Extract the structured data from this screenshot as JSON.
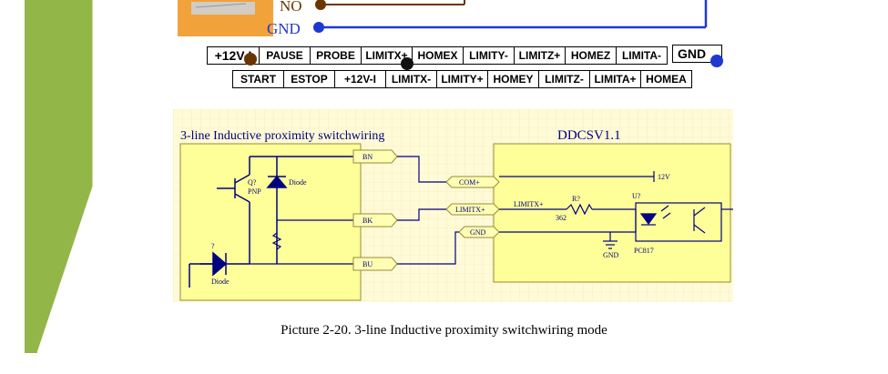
{
  "photo": {
    "wire_labels": [
      "NO",
      "GND"
    ],
    "colors": {
      "brown": "#6b3500",
      "blue": "#1f38d0",
      "relay": "#f2a23a"
    }
  },
  "terminals": {
    "row1": [
      "+12V-I",
      "PAUSE",
      "PROBE",
      "LIMITX+",
      "HOMEX",
      "LIMITY-",
      "LIMITZ+",
      "HOMEZ",
      "LIMITA-",
      "GND"
    ],
    "row2": [
      "START",
      "ESTOP",
      "+12V-I",
      "LIMITX-",
      "LIMITY+",
      "HOMEY",
      "LIMITZ-",
      "LIMITA+",
      "HOMEA"
    ]
  },
  "schematic": {
    "left_title": "3-line Inductive proximity switchwiring",
    "right_title": "DDCSV1.1",
    "transistor_ref": "Q?",
    "transistor_type": "PNP",
    "diode_label_top": "Diode",
    "diode_label_bottom": "Diode",
    "diode_ref": "?",
    "sensor_pins": [
      "BN",
      "BK",
      "BU"
    ],
    "controller_pins": [
      "COM+",
      "LIMITX+",
      "GND"
    ],
    "net_label": "LIMITX+",
    "resistor_ref": "R?",
    "resistor_value": "362",
    "supply_label": "12V",
    "gnd_label": "GND",
    "opto_ref": "U?",
    "opto_part": "PC817",
    "colors": {
      "panel_bg": "#fffbd6",
      "box_fill": "#ffff99",
      "box_stroke": "#9a8a3a",
      "pin_fill": "#ffffb3",
      "wire": "#000080"
    }
  },
  "caption": {
    "prefix": "Picture 2-20.",
    "text": "3-line Inductive proximity switchwiring mode"
  },
  "sidebar": {
    "colors": {
      "green": "#93b648"
    }
  }
}
